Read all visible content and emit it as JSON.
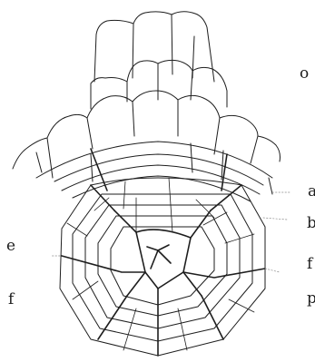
{
  "labels": {
    "o": "o",
    "a": "a",
    "b": "b",
    "f_right": "f",
    "p": "p",
    "e": "e",
    "f_left": "f"
  },
  "colors": {
    "ink": "#1e1e1e",
    "background": "#ffffff"
  }
}
